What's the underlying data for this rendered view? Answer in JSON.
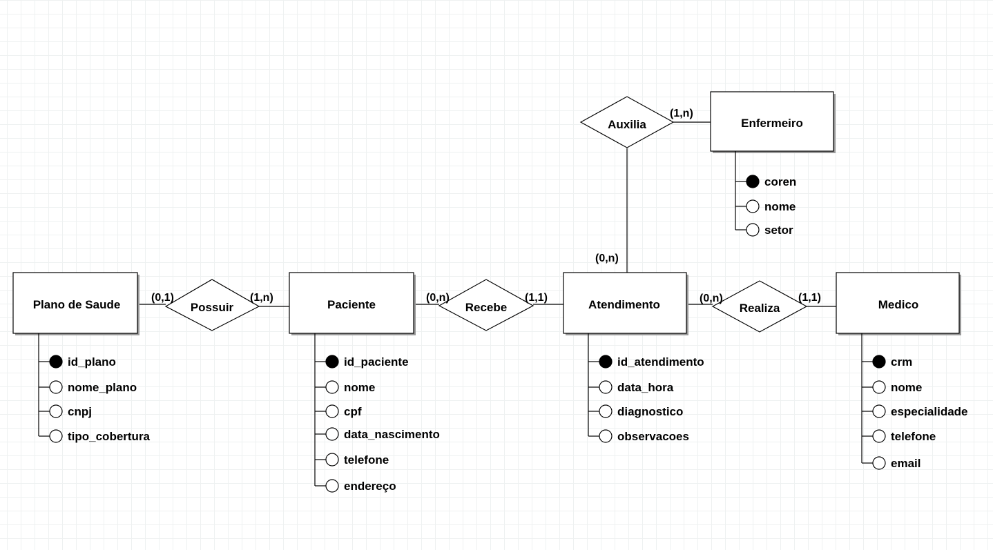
{
  "entities": {
    "plano": {
      "name": "Plano de Saude",
      "attributes": [
        {
          "name": "id_plano",
          "key": true
        },
        {
          "name": "nome_plano",
          "key": false
        },
        {
          "name": "cnpj",
          "key": false
        },
        {
          "name": "tipo_cobertura",
          "key": false
        }
      ]
    },
    "paciente": {
      "name": "Paciente",
      "attributes": [
        {
          "name": "id_paciente",
          "key": true
        },
        {
          "name": "nome",
          "key": false
        },
        {
          "name": "cpf",
          "key": false
        },
        {
          "name": "data_nascimento",
          "key": false
        },
        {
          "name": "telefone",
          "key": false
        },
        {
          "name": "endereço",
          "key": false
        }
      ]
    },
    "atendimento": {
      "name": "Atendimento",
      "attributes": [
        {
          "name": "id_atendimento",
          "key": true
        },
        {
          "name": "data_hora",
          "key": false
        },
        {
          "name": "diagnostico",
          "key": false
        },
        {
          "name": "observacoes",
          "key": false
        }
      ]
    },
    "medico": {
      "name": "Medico",
      "attributes": [
        {
          "name": "crm",
          "key": true
        },
        {
          "name": "nome",
          "key": false
        },
        {
          "name": "especialidade",
          "key": false
        },
        {
          "name": "telefone",
          "key": false
        },
        {
          "name": "email",
          "key": false
        }
      ]
    },
    "enfermeiro": {
      "name": "Enfermeiro",
      "attributes": [
        {
          "name": "coren",
          "key": true
        },
        {
          "name": "nome",
          "key": false
        },
        {
          "name": "setor",
          "key": false
        }
      ]
    }
  },
  "relationships": {
    "possuir": {
      "name": "Possuir",
      "left_card": "(0,1)",
      "right_card": "(1,n)"
    },
    "recebe": {
      "name": "Recebe",
      "left_card": "(0,n)",
      "right_card": "(1,1)"
    },
    "realiza": {
      "name": "Realiza",
      "left_card": "(0,n)",
      "right_card": "(1,1)"
    },
    "auxilia": {
      "name": "Auxilia",
      "top_card": "(1,n)",
      "bottom_card": "(0,n)"
    }
  }
}
